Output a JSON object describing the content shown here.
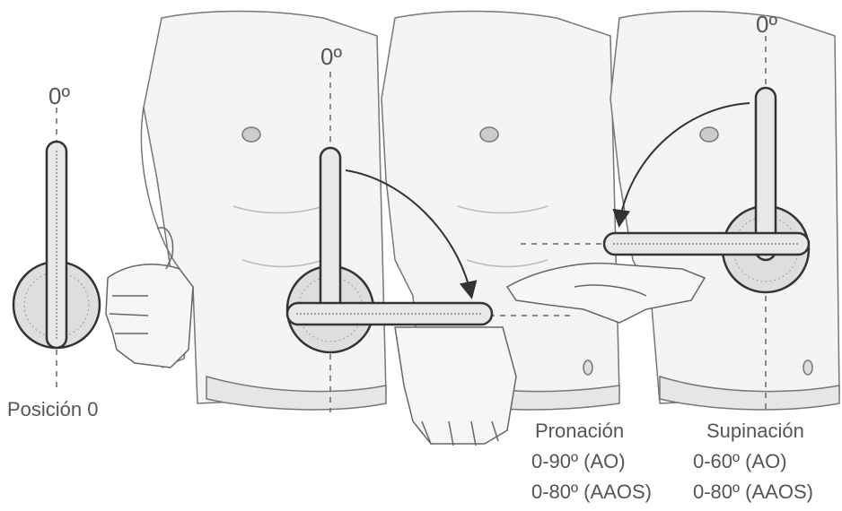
{
  "zero_labels": [
    "0º",
    "0º",
    "0º"
  ],
  "caption_position": "Posición 0",
  "pronation": {
    "title": "Pronación",
    "ao": "0-90º (AO)",
    "aaos": "0-80º (AAOS)"
  },
  "supination": {
    "title": "Supinación",
    "ao": "0-60º (AO)",
    "aaos": "0-80º (AAOS)"
  },
  "colors": {
    "line": "#333333",
    "skin_shade": "#dcdcdc",
    "label_text": "#555555"
  }
}
